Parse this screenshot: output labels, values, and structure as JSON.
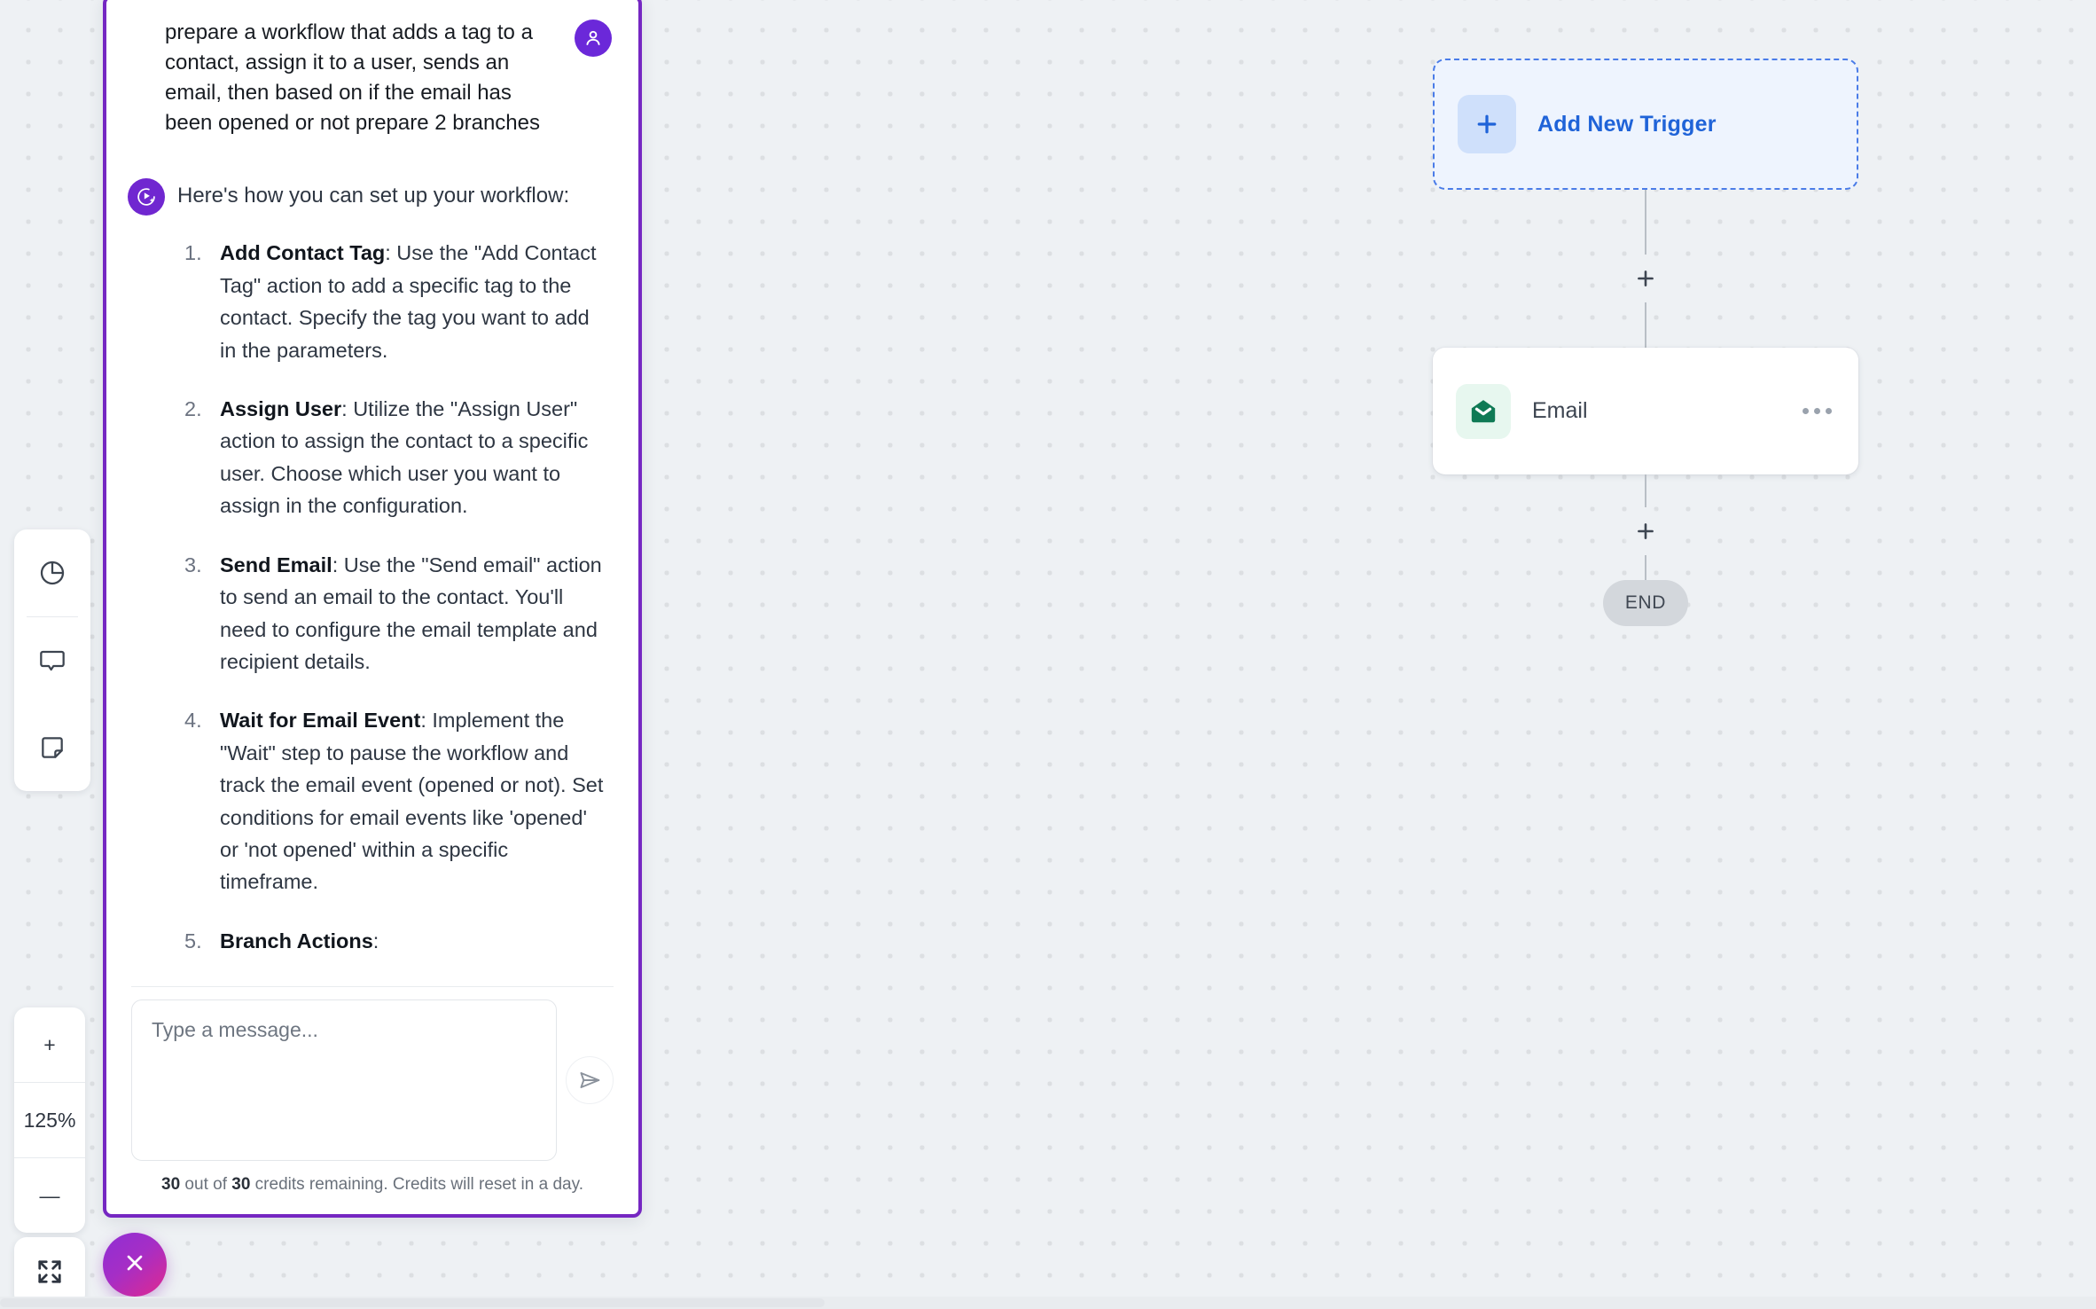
{
  "canvas": {
    "zoom_level": "125%",
    "zoom_in_label": "+",
    "zoom_out_label": "—",
    "tools": [
      {
        "name": "analytics-icon"
      },
      {
        "name": "comment-icon"
      },
      {
        "name": "note-icon"
      }
    ],
    "fit_icon": "fit-screen-icon"
  },
  "workflow": {
    "trigger": {
      "label": "Add New Trigger",
      "icon": "plus-icon",
      "accent_color": "#1f63d8",
      "fill_color": "#eef4fe",
      "border_color": "#4a7ce8"
    },
    "nodes": [
      {
        "label": "Email",
        "icon": "envelope-icon",
        "icon_color": "#0f7a55",
        "icon_bg": "#e7f7ef",
        "menu_icon": "more-horizontal-icon"
      }
    ],
    "add_step_icon": "plus-icon",
    "end_label": "END"
  },
  "chat": {
    "accent_color": "#7527c2",
    "user_message": {
      "avatar_icon": "user-avatar-icon",
      "avatar_color": "#6b28d9",
      "text": "prepare a workflow that adds a tag to a contact, assign it to a user, sends an email, then based on if the email has been opened or not prepare 2 branches"
    },
    "assistant_message": {
      "avatar_icon": "ai-sparkle-icon",
      "avatar_color": "#7027d0",
      "intro": "Here's how you can set up your workflow:",
      "steps": [
        {
          "title": "Add Contact Tag",
          "body": ": Use the \"Add Contact Tag\" action to add a specific tag to the contact. Specify the tag you want to add in the parameters."
        },
        {
          "title": "Assign User",
          "body": ": Utilize the \"Assign User\" action to assign the contact to a specific user. Choose which user you want to assign in the configuration."
        },
        {
          "title": "Send Email",
          "body": ": Use the \"Send email\" action to send an email to the contact. You'll need to configure the email template and recipient details."
        },
        {
          "title": "Wait for Email Event",
          "body": ": Implement the \"Wait\" step to pause the workflow and track the email event (opened or not). Set conditions for email events like 'opened' or 'not opened' within a specific timeframe."
        },
        {
          "title": "Branch Actions",
          "body": ":"
        }
      ]
    },
    "composer": {
      "placeholder": "Type a message...",
      "value": "",
      "send_icon": "send-icon"
    },
    "credits": {
      "remaining": "30",
      "mid_text": " out of ",
      "total": "30",
      "suffix": " credits remaining. Credits will reset in a day."
    },
    "close_button": {
      "icon": "close-icon",
      "gradient_from": "#8f2fd4",
      "gradient_to": "#e0298f"
    }
  }
}
